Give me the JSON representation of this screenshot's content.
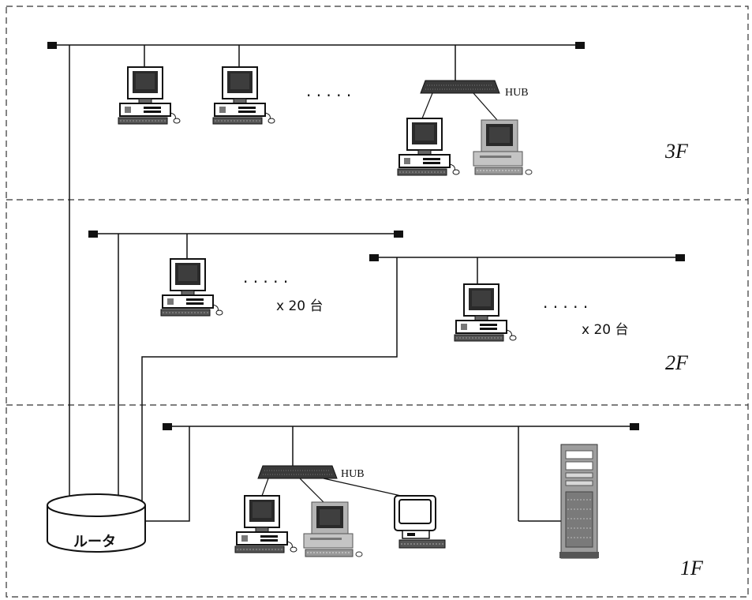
{
  "floors": [
    {
      "label": "3F"
    },
    {
      "label": "2F"
    },
    {
      "label": "1F"
    }
  ],
  "hub_label": "HUB",
  "count_label": "x 20 台",
  "router_label": "ルータ",
  "ellipsis": ". . . . .",
  "colors": {
    "line": "#111111",
    "border_dash": "#333333",
    "terminator": "#111111",
    "hub": "#3a3a3a",
    "screen": "#2a2a2a",
    "monitor_gray": "#9a9a9a"
  },
  "icons": [
    "desktop-computer-icon",
    "workstation-icon",
    "terminal-icon",
    "hub-icon",
    "router-icon",
    "server-tower-icon",
    "mouse-icon"
  ]
}
